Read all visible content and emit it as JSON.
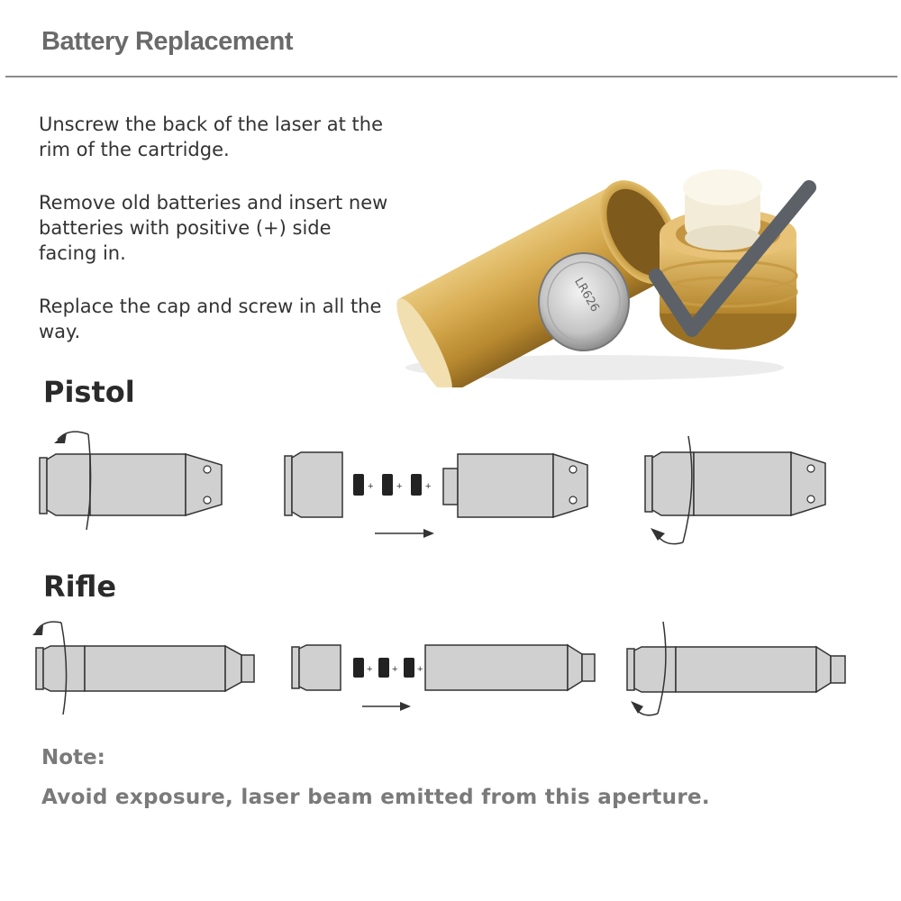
{
  "header": {
    "title": "Battery Replacement"
  },
  "instructions": [
    "Unscrew the back of the laser at the rim of the cartridge.",
    "Remove old batteries and insert new batteries with positive (+) side facing in.",
    "Replace the cap and screw in all the way."
  ],
  "photo": {
    "battery_marking": "LR626"
  },
  "sections": {
    "pistol": "Pistol",
    "rifle": "Rifle"
  },
  "battery_symbol": "+",
  "note": {
    "label": "Note:",
    "text": "Avoid exposure, laser beam emitted from this aperture."
  },
  "colors": {
    "brass": "#c9a04a",
    "brass_dark": "#9c7426",
    "cap_plastic": "#f3ecd9",
    "diagram_fill": "#d0d0d0",
    "diagram_stroke": "#333333",
    "checkmark": "#5c6168"
  }
}
